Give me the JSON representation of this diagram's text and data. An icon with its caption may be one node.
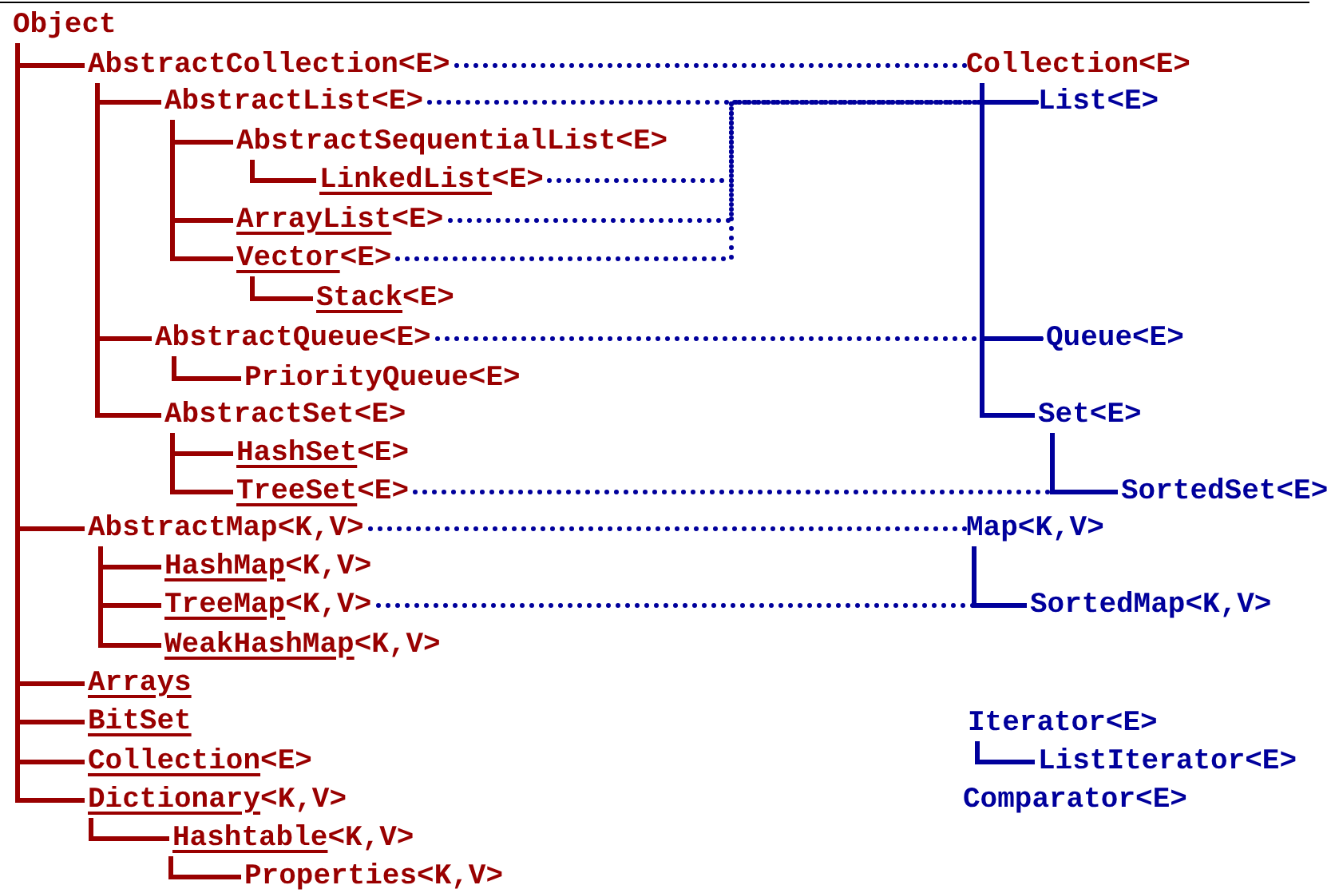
{
  "diagram": {
    "nodes": [
      {
        "text": [
          "Object"
        ]
      },
      {
        "text": [
          "AbstractCollection<E>"
        ]
      },
      {
        "text": [
          "AbstractList<E>"
        ]
      },
      {
        "text": [
          "AbstractSequentialList<E>"
        ]
      },
      {
        "text": [
          "LinkedList<E>"
        ]
      },
      {
        "text": [
          "ArrayList<E>"
        ]
      },
      {
        "text": [
          "Vector<E>"
        ]
      },
      {
        "text": [
          "Stack<E>"
        ]
      },
      {
        "text": [
          "AbstractQueue<E>"
        ]
      },
      {
        "text": [
          "PriorityQueue<E>"
        ]
      },
      {
        "text": [
          "AbstractSet<E>"
        ]
      },
      {
        "text": [
          "HashSet<E>"
        ]
      },
      {
        "text": [
          "TreeSet<E>"
        ]
      },
      {
        "text": [
          "AbstractMap<K,V>"
        ]
      },
      {
        "text": [
          "HashMap<K,V>"
        ]
      },
      {
        "text": [
          "TreeMap<K,V>"
        ]
      },
      {
        "text": [
          "WeakHashMap<K,V>"
        ]
      },
      {
        "text": [
          "Arrays"
        ]
      },
      {
        "text": [
          "BitSet"
        ]
      },
      {
        "text": [
          "Collection<E>"
        ]
      },
      {
        "text": [
          "Dictionary<K,V>"
        ]
      },
      {
        "text": [
          "Hashtable<K,V>"
        ]
      },
      {
        "text": [
          "Properties<K,V>"
        ]
      },
      {
        "text": [
          "Collection<E>"
        ]
      },
      {
        "text": [
          "List<E>"
        ]
      },
      {
        "text": [
          "Queue<E>"
        ]
      },
      {
        "text": [
          "Set<E>"
        ]
      },
      {
        "text": [
          "SortedSet<E>"
        ]
      },
      {
        "text": [
          "Map<K,V>"
        ]
      },
      {
        "text": [
          "SortedMap<K,V>"
        ]
      },
      {
        "text": [
          "Iterator<E>"
        ]
      },
      {
        "text": [
          "ListIterator<E>"
        ]
      },
      {
        "text": [
          "Comparator<E>"
        ]
      }
    ],
    "edges": [
      {
        "from": 0,
        "to": 1,
        "arrow": "none"
      },
      {
        "from": 1,
        "to": 2,
        "arrow": "none"
      },
      {
        "from": 2,
        "to": 3,
        "arrow": "none"
      },
      {
        "from": 3,
        "to": 4,
        "arrow": "none"
      },
      {
        "from": 2,
        "to": 5,
        "arrow": "none"
      },
      {
        "from": 2,
        "to": 6,
        "arrow": "none"
      },
      {
        "from": 6,
        "to": 7,
        "arrow": "none"
      },
      {
        "from": 1,
        "to": 8,
        "arrow": "none"
      },
      {
        "from": 8,
        "to": 9,
        "arrow": "none"
      },
      {
        "from": 1,
        "to": 10,
        "arrow": "none"
      },
      {
        "from": 10,
        "to": 11,
        "arrow": "none"
      },
      {
        "from": 10,
        "to": 12,
        "arrow": "none"
      },
      {
        "from": 0,
        "to": 13,
        "arrow": "none"
      },
      {
        "from": 13,
        "to": 14,
        "arrow": "none"
      },
      {
        "from": 13,
        "to": 15,
        "arrow": "none"
      },
      {
        "from": 13,
        "to": 16,
        "arrow": "none"
      },
      {
        "from": 0,
        "to": 17,
        "arrow": "none"
      },
      {
        "from": 0,
        "to": 18,
        "arrow": "none"
      },
      {
        "from": 0,
        "to": 19,
        "arrow": "none"
      },
      {
        "from": 0,
        "to": 20,
        "arrow": "none"
      },
      {
        "from": 20,
        "to": 21,
        "arrow": "none"
      },
      {
        "from": 21,
        "to": 22,
        "arrow": "none"
      },
      {
        "from": 23,
        "to": 24,
        "arrow": "none",
        "color": "#00009c"
      },
      {
        "from": 23,
        "to": 25,
        "arrow": "none",
        "color": "#00009c"
      },
      {
        "from": 23,
        "to": 26,
        "arrow": "none",
        "color": "#00009c"
      },
      {
        "from": 26,
        "to": 27,
        "arrow": "none",
        "color": "#00009c"
      },
      {
        "from": 28,
        "to": 29,
        "arrow": "none",
        "color": "#00009c"
      },
      {
        "from": 30,
        "to": 31,
        "arrow": "none",
        "color": "#00009c"
      },
      {
        "from": 1,
        "to": 23,
        "arrow": "none",
        "style": "dashed",
        "color": "#00009c"
      },
      {
        "from": 2,
        "to": 24,
        "arrow": "none",
        "style": "dashed",
        "color": "#00009c"
      },
      {
        "from": 4,
        "to": 24,
        "arrow": "none",
        "style": "dashed",
        "color": "#00009c"
      },
      {
        "from": 5,
        "to": 24,
        "arrow": "none",
        "style": "dashed",
        "color": "#00009c"
      },
      {
        "from": 6,
        "to": 24,
        "arrow": "none",
        "style": "dashed",
        "color": "#00009c"
      },
      {
        "from": 8,
        "to": 25,
        "arrow": "none",
        "style": "dashed",
        "color": "#00009c"
      },
      {
        "from": 12,
        "to": 27,
        "arrow": "none",
        "style": "dashed",
        "color": "#00009c"
      },
      {
        "from": 13,
        "to": 28,
        "arrow": "none",
        "style": "dashed",
        "color": "#00009c"
      },
      {
        "from": 15,
        "to": 29,
        "arrow": "none",
        "style": "dashed",
        "color": "#00009c"
      }
    ]
  }
}
